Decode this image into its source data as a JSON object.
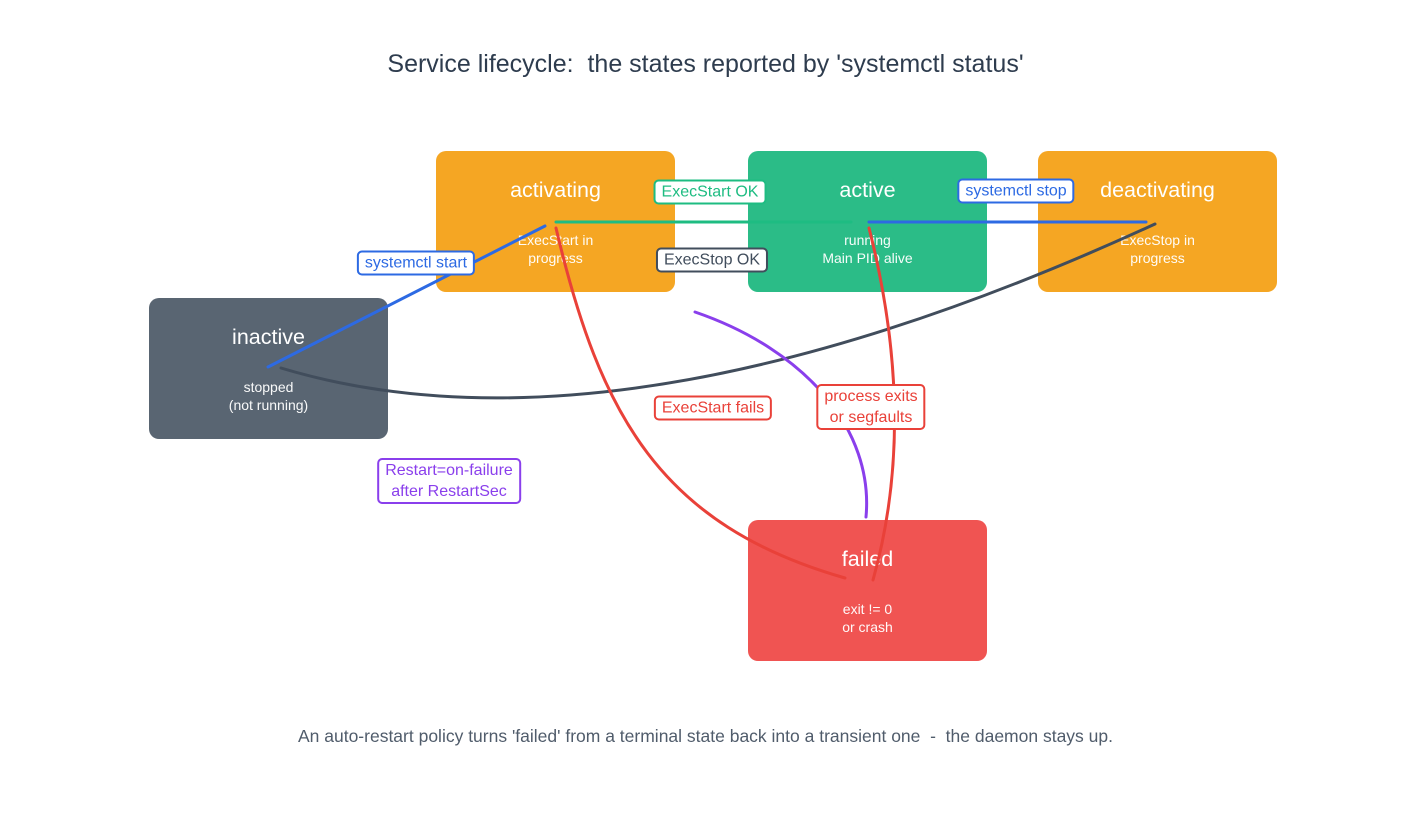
{
  "title": "Service lifecycle:  the states reported by 'systemctl status'",
  "footer": "An auto-restart policy turns 'failed' from a terminal state back into a transient one  -  the daemon stays up.",
  "colors": {
    "orange": "#F5A623",
    "green": "#2BBC87",
    "slate": "#596572",
    "red": "#F05452",
    "blue": "#2D6AE3",
    "green-line": "#1EBC82",
    "dark": "#414D5C",
    "red-line": "#E94139",
    "purple": "#8A3FEC",
    "title-text": "#2E3C4E",
    "footer-text": "#505C6B"
  },
  "states": {
    "activating": {
      "title": "activating",
      "sub1": "ExecStart in",
      "sub2": "progress"
    },
    "active": {
      "title": "active",
      "sub1": "running",
      "sub2": "Main PID alive"
    },
    "deactivating": {
      "title": "deactivating",
      "sub1": "ExecStop in",
      "sub2": "progress"
    },
    "inactive": {
      "title": "inactive",
      "sub1": "stopped",
      "sub2": "(not running)"
    },
    "failed": {
      "title": "failed",
      "sub1": "exit != 0",
      "sub2": "or crash"
    }
  },
  "labels": {
    "systemctl_start": "systemctl start",
    "execstart_ok": "ExecStart OK",
    "systemctl_stop": "systemctl stop",
    "execstop_ok": "ExecStop OK",
    "execstart_fails": "ExecStart fails",
    "process_exits_1": "process exits",
    "process_exits_2": "or segfaults",
    "restart_1": "Restart=on-failure",
    "restart_2": "after RestartSec"
  }
}
